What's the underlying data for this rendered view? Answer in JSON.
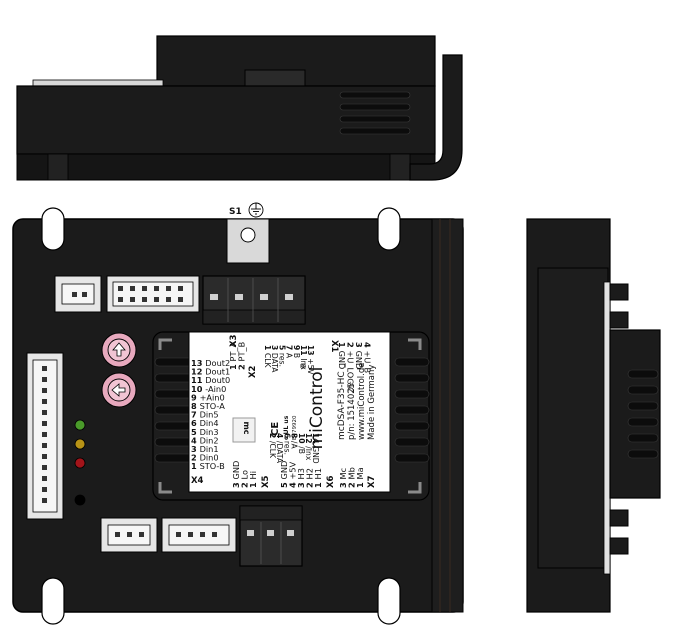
{
  "earth_terminal": {
    "label": "S1"
  },
  "colors": {
    "housing": "#1b1b1b",
    "housing_edge": "#000000",
    "slot": "#0c0c0c",
    "connector": "#e6e6e6",
    "label_panel": "#ffffff",
    "knob": "#e8a9be",
    "led_green": "#4a9a2a",
    "led_yellow": "#b89316",
    "led_red": "#a3141a",
    "tab": "#d9d9d9"
  },
  "connectors": {
    "X1": {
      "name": "X1",
      "pins": [
        {
          "num": "1",
          "sig": "GND"
        },
        {
          "num": "2",
          "sig": "+U_LOGIC"
        },
        {
          "num": "3",
          "sig": "GND"
        },
        {
          "num": "4",
          "sig": "+U_B"
        }
      ]
    },
    "X2": {
      "name": "X2",
      "col1": [
        {
          "num": "1",
          "sig": "CLK"
        },
        {
          "num": "3",
          "sig": "DATA"
        },
        {
          "num": "5",
          "sig": "res."
        },
        {
          "num": "7",
          "sig": "A"
        },
        {
          "num": "9",
          "sig": "B"
        },
        {
          "num": "11",
          "sig": "Inx"
        },
        {
          "num": "13",
          "sig": "+5V"
        }
      ],
      "col2": [
        {
          "num": "2",
          "sig": "/CLK"
        },
        {
          "num": "4",
          "sig": "/DATA"
        },
        {
          "num": "6",
          "sig": "res."
        },
        {
          "num": "8",
          "sig": "/A"
        },
        {
          "num": "10",
          "sig": "/B"
        },
        {
          "num": "12",
          "sig": "/Inx"
        },
        {
          "num": "14",
          "sig": "GND"
        }
      ]
    },
    "X3": {
      "name": "X3",
      "pins": [
        {
          "num": "1",
          "sig": "PT_A"
        },
        {
          "num": "2",
          "sig": "PT_B"
        }
      ]
    },
    "X4": {
      "name": "X4",
      "pins": [
        {
          "num": "13",
          "sig": "Dout2"
        },
        {
          "num": "12",
          "sig": "Dout1"
        },
        {
          "num": "11",
          "sig": "Dout0"
        },
        {
          "num": "10",
          "sig": "-Ain0"
        },
        {
          "num": "9",
          "sig": "+Ain0"
        },
        {
          "num": "8",
          "sig": "STO-A"
        },
        {
          "num": "7",
          "sig": "Din5"
        },
        {
          "num": "6",
          "sig": "Din4"
        },
        {
          "num": "5",
          "sig": "Din3"
        },
        {
          "num": "4",
          "sig": "Din2"
        },
        {
          "num": "3",
          "sig": "Din1"
        },
        {
          "num": "2",
          "sig": "Din0"
        },
        {
          "num": "1",
          "sig": "STO-B"
        }
      ]
    },
    "X5": {
      "name": "X5",
      "pins": [
        {
          "num": "3",
          "sig": "GND"
        },
        {
          "num": "2",
          "sig": "Lo"
        },
        {
          "num": "1",
          "sig": "Hi"
        }
      ]
    },
    "X6": {
      "name": "X6",
      "pins": [
        {
          "num": "5",
          "sig": "GND"
        },
        {
          "num": "4",
          "sig": "+5V"
        },
        {
          "num": "3",
          "sig": "H3"
        },
        {
          "num": "2",
          "sig": "H2"
        },
        {
          "num": "1",
          "sig": "H1"
        }
      ]
    },
    "X7": {
      "name": "X7",
      "pins": [
        {
          "num": "3",
          "sig": "Mc"
        },
        {
          "num": "2",
          "sig": "Mb"
        },
        {
          "num": "1",
          "sig": "Ma"
        }
      ]
    }
  },
  "brand": {
    "name": "miControl",
    "registered": "®",
    "logo": "mc",
    "model": "mcDSA-F35-HC",
    "pn": "p/n: 1514025",
    "website": "www.miControl.de",
    "origin": "Made in Germany",
    "ce": "CE",
    "ul": "c UL us",
    "ul_file": "E479920"
  }
}
